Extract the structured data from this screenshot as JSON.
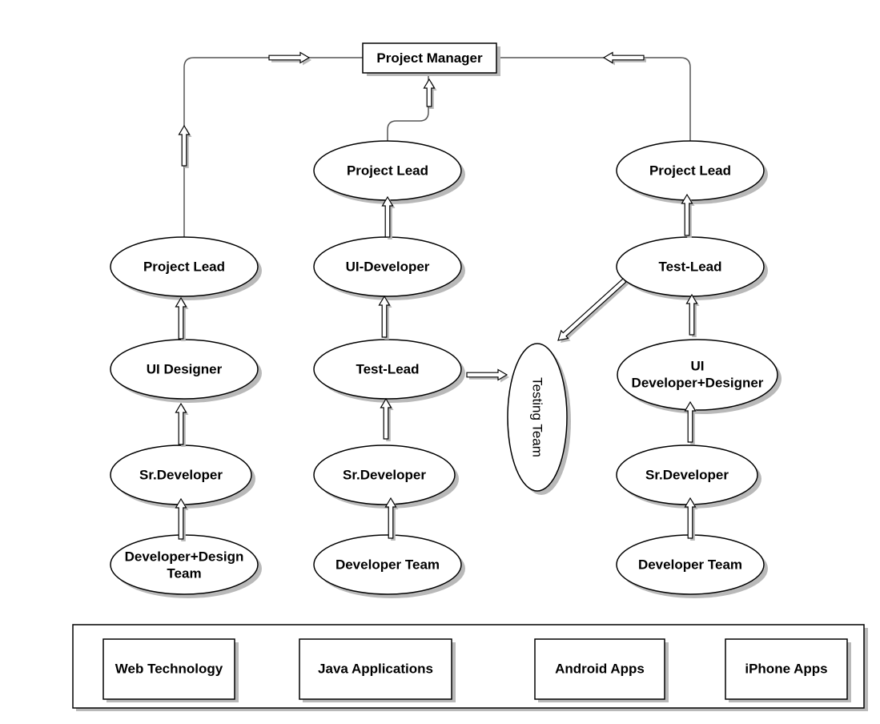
{
  "top": {
    "manager": "Project Manager"
  },
  "branch_left": {
    "lead": "Project Lead",
    "designer": "UI Designer",
    "senior": "Sr.Developer",
    "team_line1": "Developer+Design",
    "team_line2": "Team"
  },
  "branch_middle": {
    "lead": "Project Lead",
    "ui_dev": "UI-Developer",
    "test_lead": "Test-Lead",
    "senior": "Sr.Developer",
    "team": "Developer Team"
  },
  "branch_right": {
    "lead": "Project Lead",
    "test_lead": "Test-Lead",
    "uidd_line1": "UI",
    "uidd_line2": "Developer+Designer",
    "senior": "Sr.Developer",
    "team": "Developer Team"
  },
  "testing": {
    "label": "Testing Team"
  },
  "platforms": {
    "items": [
      "Web Technology",
      "Java Applications",
      "Android Apps",
      "iPhone Apps"
    ]
  }
}
